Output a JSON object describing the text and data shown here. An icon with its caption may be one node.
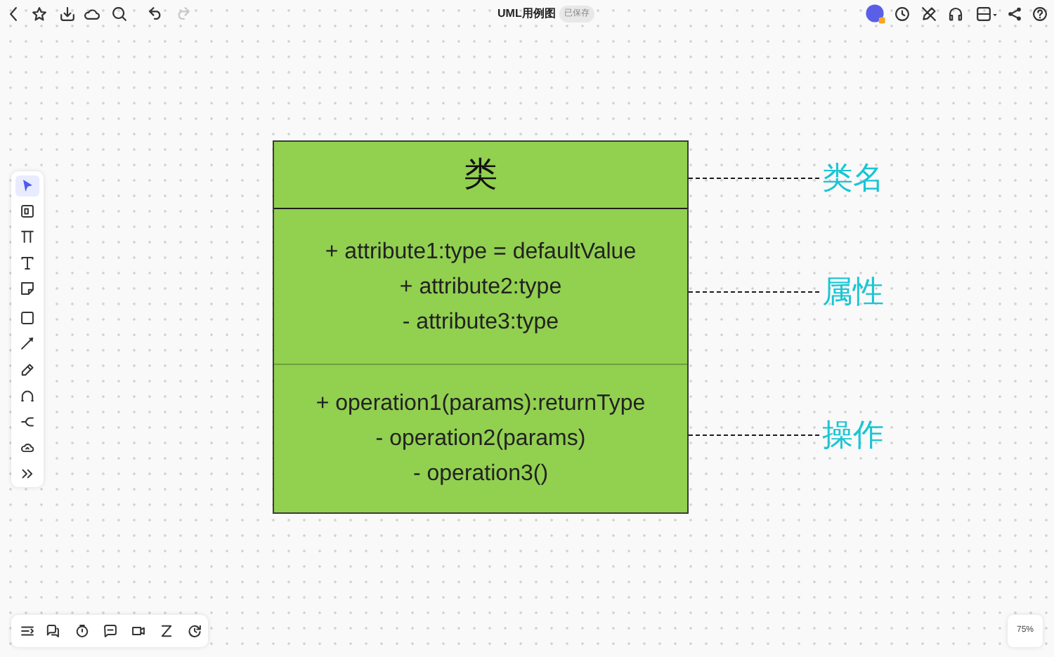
{
  "diagram": {
    "title": "UML用例图",
    "nodes": [
      {
        "text": [],
        "shape": "box"
      },
      {
        "text": [
          "类"
        ],
        "in": 0
      },
      {
        "text": [
          "+ attribute1:type = defaultValue",
          "+ attribute2:type",
          "- attribute3:type"
        ],
        "in": 0
      },
      {
        "text": [
          "+ operation1(params):returnType",
          "- operation2(params)",
          "- operation3()"
        ],
        "in": 0
      },
      {
        "text": [
          "类名"
        ]
      },
      {
        "text": [
          "属性"
        ]
      },
      {
        "text": [
          "操作"
        ]
      }
    ],
    "edges": [
      {
        "from": 4,
        "to": 1,
        "arrow": "none",
        "style": "dashed"
      },
      {
        "from": 5,
        "to": 2,
        "arrow": "none",
        "style": "dashed"
      },
      {
        "from": 6,
        "to": 3,
        "arrow": "none",
        "style": "dashed"
      }
    ],
    "labels": [
      "已保存",
      "75%"
    ]
  }
}
